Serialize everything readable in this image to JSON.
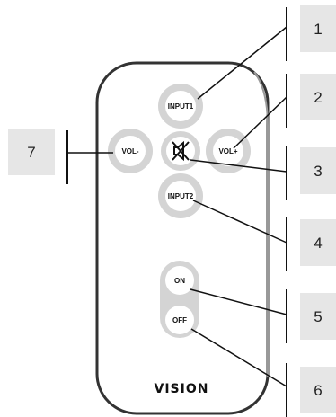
{
  "remote": {
    "brand": "VISION",
    "buttons": {
      "input1": "INPUT1",
      "input2": "INPUT2",
      "vol_minus": "VOL-",
      "vol_plus": "VOL+",
      "mute_icon": "speaker-mute-icon",
      "on": "ON",
      "off": "OFF"
    }
  },
  "callouts": {
    "c1": "1",
    "c2": "2",
    "c3": "3",
    "c4": "4",
    "c5": "5",
    "c6": "6",
    "c7": "7"
  },
  "colors": {
    "body_fill": "#ffffff",
    "body_stroke": "#333333",
    "button_ring": "#d9d9d9",
    "callout_box": "#e6e6e6"
  }
}
